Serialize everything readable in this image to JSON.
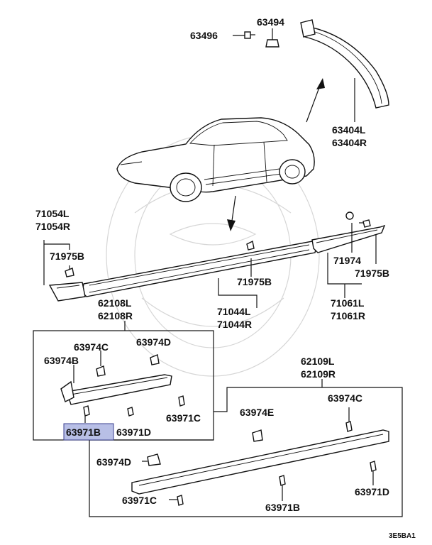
{
  "colors": {
    "ink": "#111111",
    "highlight": "#b8bfe6",
    "highlight_border": "#3a3f8f",
    "watermark": "#d6d6d6"
  },
  "labels": {
    "p63496": "63496",
    "p63494": "63494",
    "p63404l": "63404L",
    "p63404r": "63404R",
    "p71054l": "71054L",
    "p71054r": "71054R",
    "p71975b_left": "71975B",
    "p71974": "71974",
    "p71975b_right": "71975B",
    "p71975b_mid": "71975B",
    "p71061l": "71061L",
    "p71061r": "71061R",
    "p62108l": "62108L",
    "p62108r": "62108R",
    "p71044l": "71044L",
    "p71044r": "71044R",
    "p63974c_a": "63974C",
    "p63974d_a": "63974D",
    "p63974b": "63974B",
    "p63971b_a": "63971B",
    "p63971d_a": "63971D",
    "p63971c_a": "63971C",
    "p62109l": "62109L",
    "p62109r": "62109R",
    "p63974e": "63974E",
    "p63974c_b": "63974C",
    "p63974d_b": "63974D",
    "p63971c_b": "63971C",
    "p63971b_b": "63971B",
    "p63971d_b": "63971D",
    "code": "3E5BA1"
  },
  "highlighted_part": "63971B"
}
